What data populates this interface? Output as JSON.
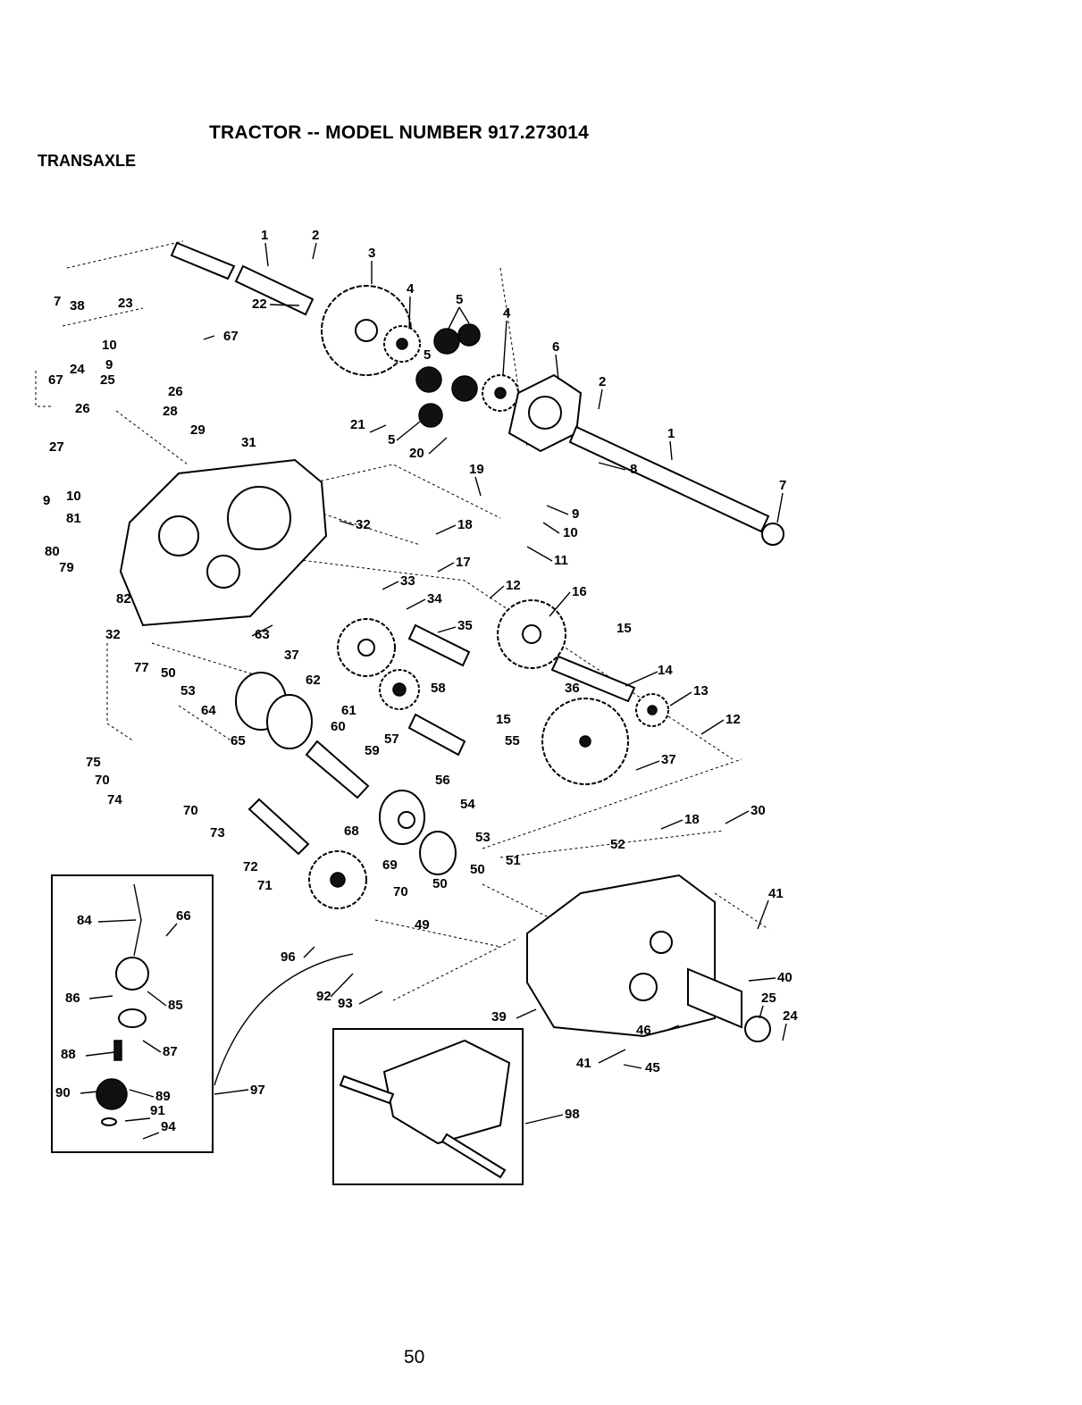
{
  "header": {
    "title": "TRACTOR -- MODEL NUMBER 917.273014",
    "section": "TRANSAXLE"
  },
  "footer": {
    "page_number": "50"
  },
  "callouts": {
    "c1a": "1",
    "c2a": "2",
    "c3": "3",
    "c4a": "4",
    "c5a": "5",
    "c4b": "4",
    "c5b": "5",
    "c6": "6",
    "c2b": "2",
    "c1b": "1",
    "c7b": "7",
    "c8": "8",
    "c7a": "7",
    "c38": "38",
    "c23": "23",
    "c67a": "67",
    "c22": "22",
    "c10a": "10",
    "c9a": "9",
    "c24a": "24",
    "c67b": "67",
    "c25a": "25",
    "c26a": "26",
    "c26b": "26",
    "c28": "28",
    "c29": "29",
    "c31": "31",
    "c21": "21",
    "c5c": "5",
    "c20": "20",
    "c27": "27",
    "c9b": "9",
    "c10b": "10",
    "c81": "81",
    "c80": "80",
    "c79": "79",
    "c19": "19",
    "c9c": "9",
    "c10c": "10",
    "c11": "11",
    "c32a": "32",
    "c18a": "18",
    "c17": "17",
    "c33": "33",
    "c34": "34",
    "c12a": "12",
    "c16": "16",
    "c82": "82",
    "c32b": "32",
    "c63": "63",
    "c35": "35",
    "c15a": "15",
    "c37a": "37",
    "c62": "62",
    "c14": "14",
    "c77": "77",
    "c50a": "50",
    "c53a": "53",
    "c58": "58",
    "c36": "36",
    "c13": "13",
    "c64": "64",
    "c61": "61",
    "c60": "60",
    "c15b": "15",
    "c12b": "12",
    "c65": "65",
    "c57": "57",
    "c59": "59",
    "c55": "55",
    "c75": "75",
    "c70a": "70",
    "c74": "74",
    "c37b": "37",
    "c56": "56",
    "c54": "54",
    "c70b": "70",
    "c73": "73",
    "c18b": "18",
    "c30": "30",
    "c68": "68",
    "c53b": "53",
    "c52": "52",
    "c72": "72",
    "c51": "51",
    "c69": "69",
    "c50b": "50",
    "c50c": "50",
    "c71": "71",
    "c70c": "70",
    "c41a": "41",
    "c49": "49",
    "c84": "84",
    "c66": "66",
    "c96": "96",
    "c86": "86",
    "c85": "85",
    "c92": "92",
    "c93": "93",
    "c40": "40",
    "c25b": "25",
    "c24b": "24",
    "c39": "39",
    "c46": "46",
    "c88": "88",
    "c87": "87",
    "c41b": "41",
    "c45": "45",
    "c90": "90",
    "c89": "89",
    "c97": "97",
    "c91": "91",
    "c94": "94",
    "c98": "98"
  }
}
